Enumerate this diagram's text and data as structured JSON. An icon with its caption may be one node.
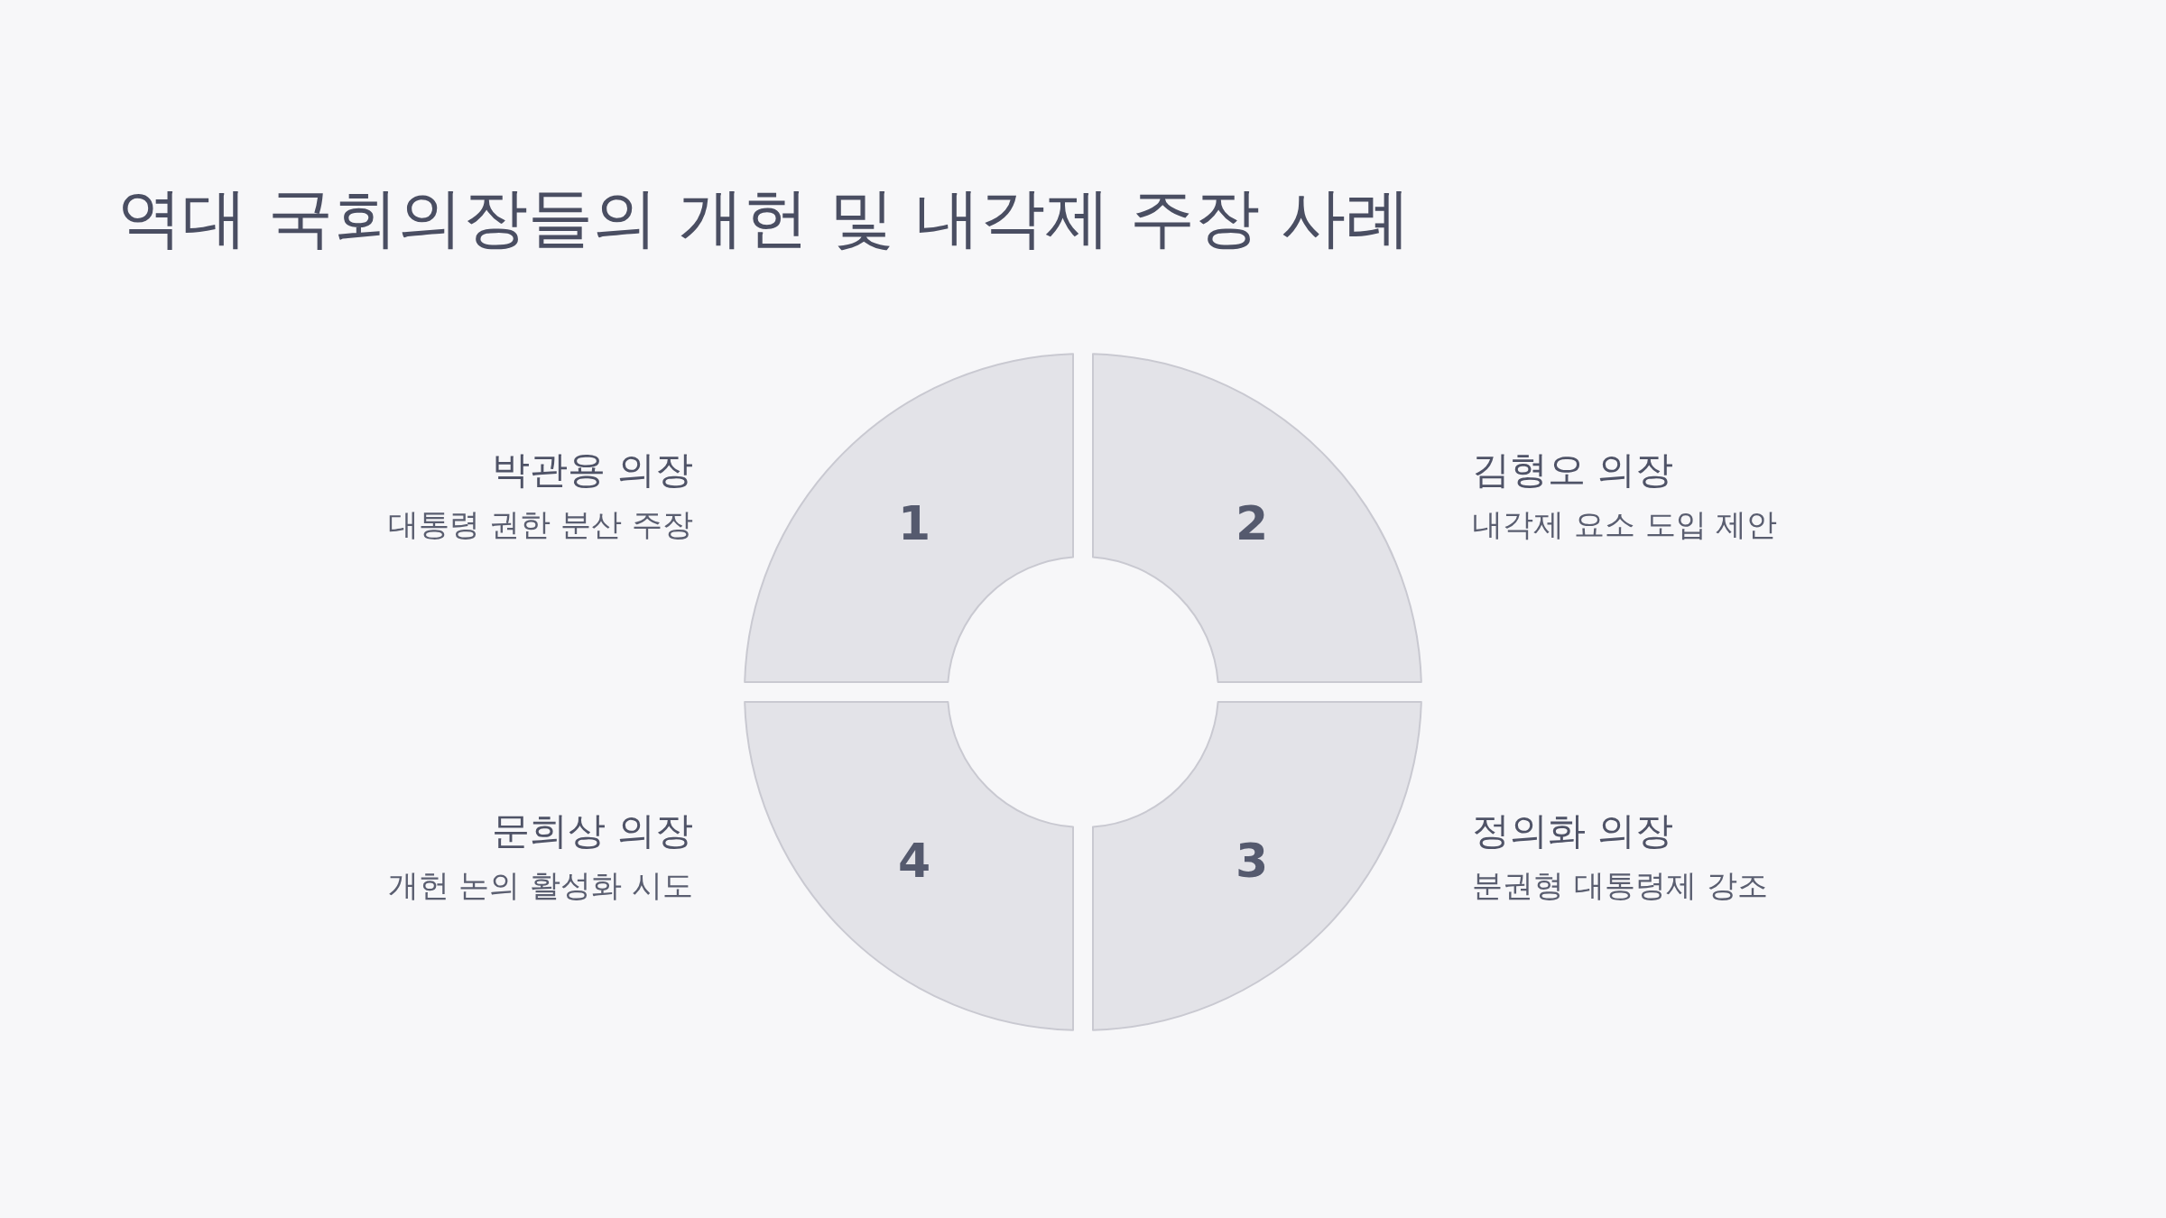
{
  "diagram": {
    "title": "역대 국회의장들의 개헌 및 내각제 주장 사례",
    "nodes": [
      {
        "text": [
          "1"
        ],
        "beside": [
          "박관용 의장",
          "대통령 권한 분산 주장"
        ]
      },
      {
        "text": [
          "2"
        ],
        "beside": [
          "김형오 의장",
          "내각제 요소 도입 제안"
        ]
      },
      {
        "text": [
          "3"
        ],
        "beside": [
          "정의화 의장",
          "분권형 대통령제 강조"
        ]
      },
      {
        "text": [
          "4"
        ],
        "beside": [
          "문희상 의장",
          "개헌 논의 활성화 시도"
        ]
      }
    ]
  }
}
